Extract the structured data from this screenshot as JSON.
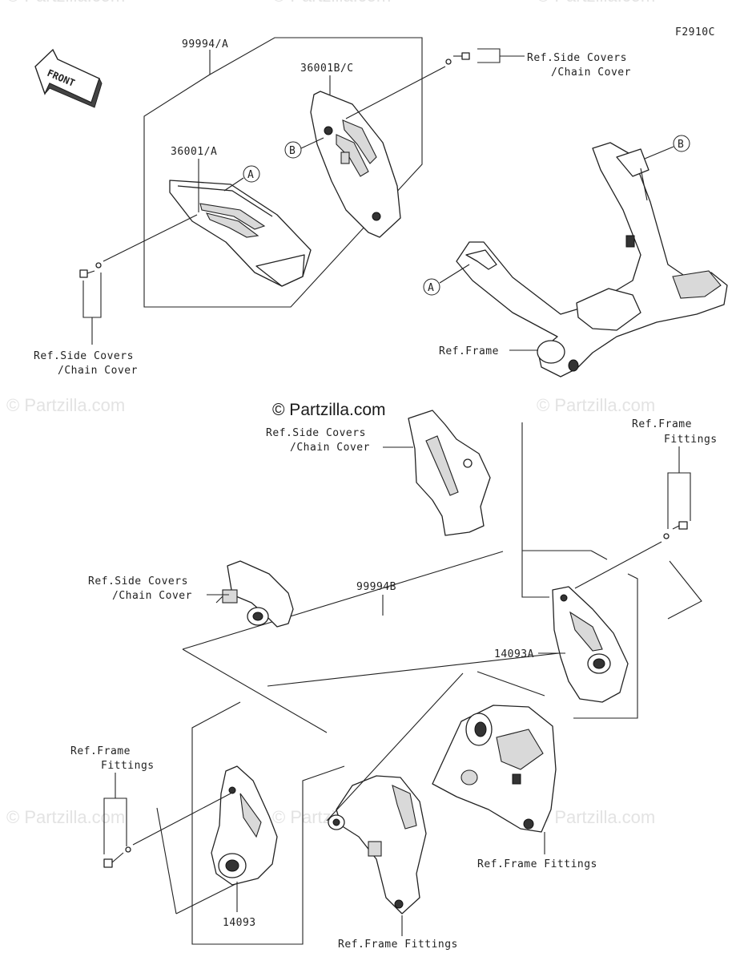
{
  "figure_code": "F2910C",
  "front_arrow_label": "FRONT",
  "watermark_text": "© Partzilla.com",
  "main_watermark": "© Partzilla.com",
  "refs": {
    "A": "A",
    "B": "B"
  },
  "labels": {
    "kit_a": "99994/A",
    "cover_left": "36001/A",
    "cover_right": "36001B/C",
    "kit_b": "99994B",
    "guard_right": "14093A",
    "guard_left": "14093",
    "ref_side_covers_1a": "Ref.Side Covers",
    "ref_side_covers_1b": "/Chain Cover",
    "ref_side_covers_2a": "Ref.Side Covers",
    "ref_side_covers_2b": "/Chain Cover",
    "ref_side_covers_3a": "Ref.Side Covers",
    "ref_side_covers_3b": "/Chain Cover",
    "ref_side_covers_4a": "Ref.Side Covers",
    "ref_side_covers_4b": "/Chain Cover",
    "ref_frame": "Ref.Frame",
    "ref_frame_fittings_1a": "Ref.Frame",
    "ref_frame_fittings_1b": "Fittings",
    "ref_frame_fittings_2a": "Ref.Frame",
    "ref_frame_fittings_2b": "Fittings",
    "ref_frame_fittings_3": "Ref.Frame Fittings",
    "ref_frame_fittings_4": "Ref.Frame Fittings"
  }
}
